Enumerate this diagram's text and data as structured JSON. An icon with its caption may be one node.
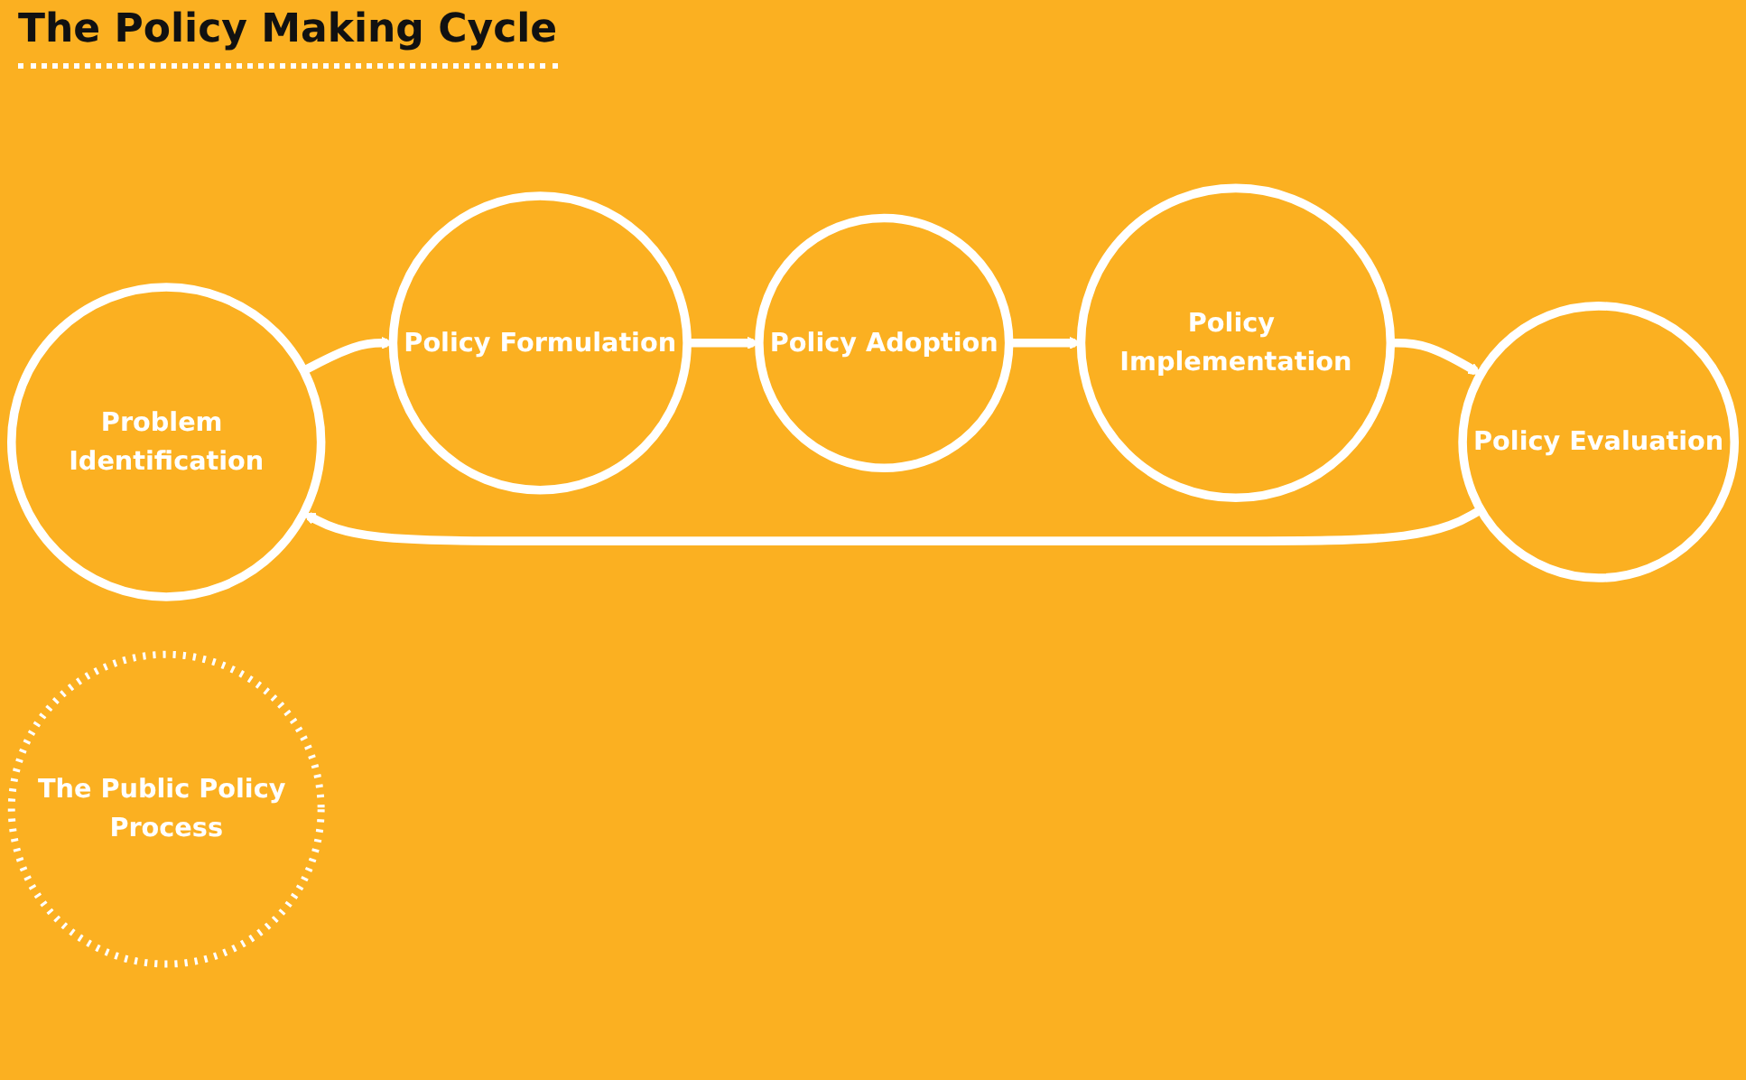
{
  "diagram": {
    "title": "The Policy Making Cycle",
    "nodes": [
      {
        "text": [
          "Problem Identification"
        ]
      },
      {
        "text": [
          "Policy Formulation"
        ]
      },
      {
        "text": [
          "Policy Adoption"
        ]
      },
      {
        "text": [
          "Policy Implementation"
        ]
      },
      {
        "text": [
          "Policy Evaluation"
        ]
      },
      {
        "text": [
          "The Public Policy Process"
        ]
      }
    ],
    "edges": [
      {
        "from": 0,
        "to": 1,
        "arrow": "to"
      },
      {
        "from": 1,
        "to": 2,
        "arrow": "to"
      },
      {
        "from": 2,
        "to": 3,
        "arrow": "to"
      },
      {
        "from": 3,
        "to": 4,
        "arrow": "to"
      },
      {
        "from": 4,
        "to": 0,
        "arrow": "to"
      }
    ]
  }
}
